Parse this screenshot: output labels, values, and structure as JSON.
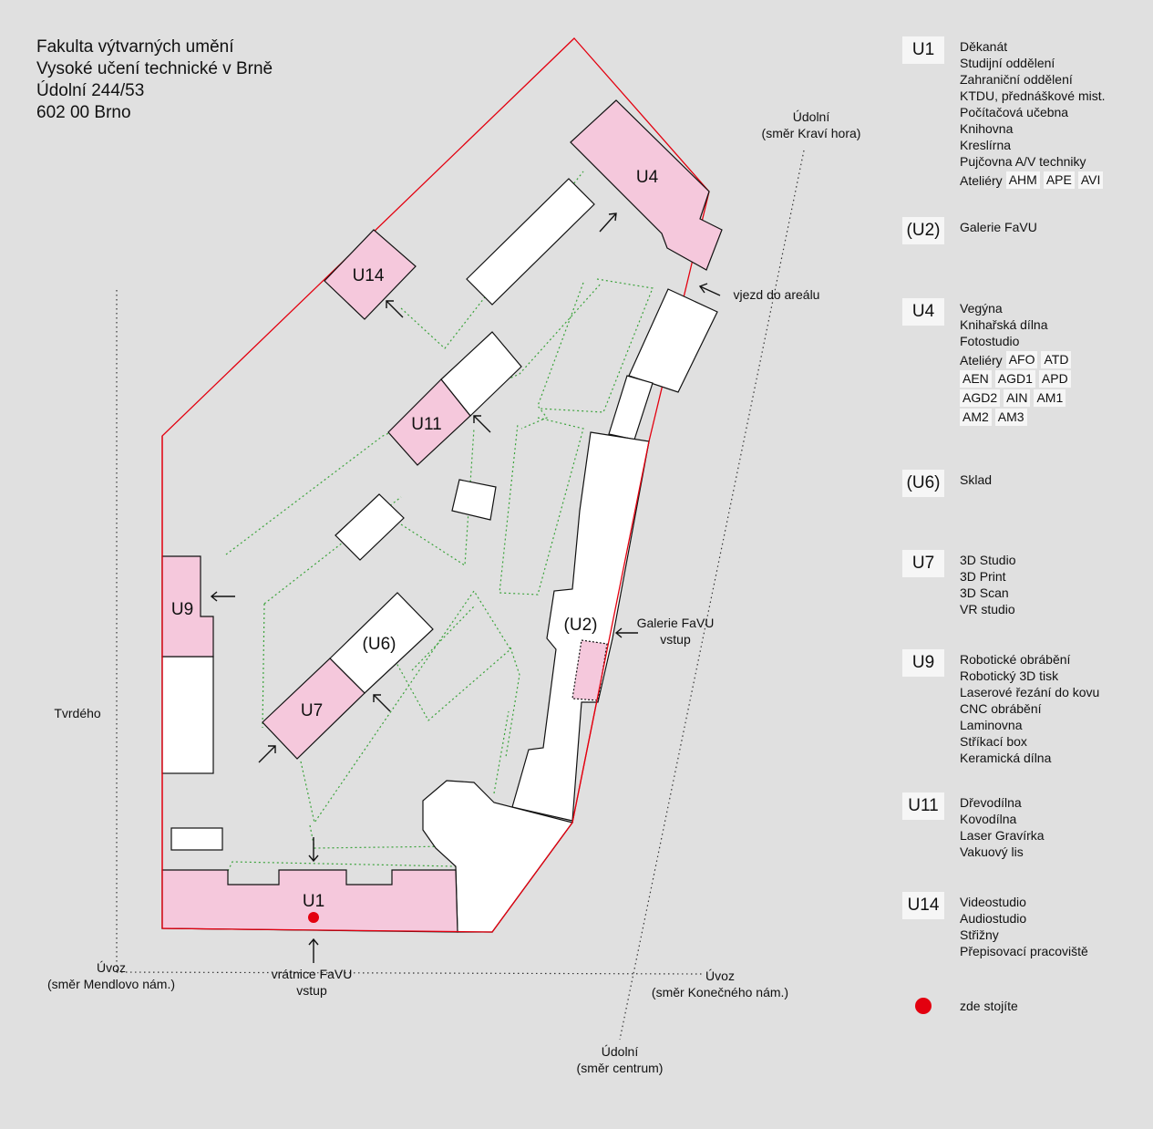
{
  "address": {
    "line1": "Fakulta výtvarných umění",
    "line2": "Vysoké učení technické v Brně",
    "line3": "Údolní 244/53",
    "line4": "602 00 Brno"
  },
  "map": {
    "buildings": {
      "u1": "U1",
      "u2": "(U2)",
      "u4": "U4",
      "u6": "(U6)",
      "u7": "U7",
      "u9": "U9",
      "u11": "U11",
      "u14": "U14"
    },
    "streets": {
      "udolni_north": [
        "Údolní",
        "(směr Kraví hora)"
      ],
      "udolni_south": [
        "Údolní",
        "(směr centrum)"
      ],
      "uvoz_west": [
        "Úvoz",
        "(směr Mendlovo nám.)"
      ],
      "uvoz_east": [
        "Úvoz",
        "(směr Konečného nám.)"
      ],
      "tvrdeho": "Tvrdého"
    },
    "entrances": {
      "vjezd": "vjezd do areálu",
      "galerie": [
        "Galerie FaVU",
        "vstup"
      ],
      "vratnice": [
        "vrátnice FaVU",
        "vstup"
      ]
    }
  },
  "legend": {
    "u1": {
      "code": "U1",
      "items": [
        "Děkanát",
        "Studijní oddělení",
        "Zahraniční oddělení",
        "KTDU, přednáškové mist.",
        "Počítačová učebna",
        "Knihovna",
        "Kreslírna",
        "Pujčovna A/V techniky"
      ],
      "ateliers_label": "Ateliéry",
      "ateliers": [
        "AHM",
        "APE",
        "AVI"
      ]
    },
    "u2": {
      "code": "(U2)",
      "items": [
        "Galerie FaVU"
      ]
    },
    "u4": {
      "code": "U4",
      "items": [
        "Vegýna",
        "Knihařská dílna",
        "Fotostudio"
      ],
      "ateliers_label": "Ateliéry",
      "ateliers_rows": [
        [
          "AFO",
          "ATD"
        ],
        [
          "AEN",
          "AGD1",
          "APD"
        ],
        [
          "AGD2",
          "AIN",
          "AM1"
        ],
        [
          "AM2",
          "AM3"
        ]
      ]
    },
    "u6": {
      "code": "(U6)",
      "items": [
        "Sklad"
      ]
    },
    "u7": {
      "code": "U7",
      "items": [
        "3D Studio",
        "3D Print",
        "3D Scan",
        "VR studio"
      ]
    },
    "u9": {
      "code": "U9",
      "items": [
        "Robotické obrábění",
        "Robotický 3D tisk",
        "Laserové řezání do kovu",
        "CNC obrábění",
        "Laminovna",
        "Stříkací box",
        "Keramická dílna"
      ]
    },
    "u11": {
      "code": "U11",
      "items": [
        "Dřevodílna",
        "Kovodílna",
        "Laser Gravírka",
        "Vakuový lis"
      ]
    },
    "u14": {
      "code": "U14",
      "items": [
        "Videostudio",
        "Audiostudio",
        "Střižny",
        "Přepisovací pracoviště"
      ]
    },
    "you_are_here": "zde stojíte"
  },
  "colors": {
    "background": "#e0e0e0",
    "faculty_pink": "#f5c8dc",
    "boundary_red": "#e3000f",
    "paths_green": "#3aa23a"
  }
}
